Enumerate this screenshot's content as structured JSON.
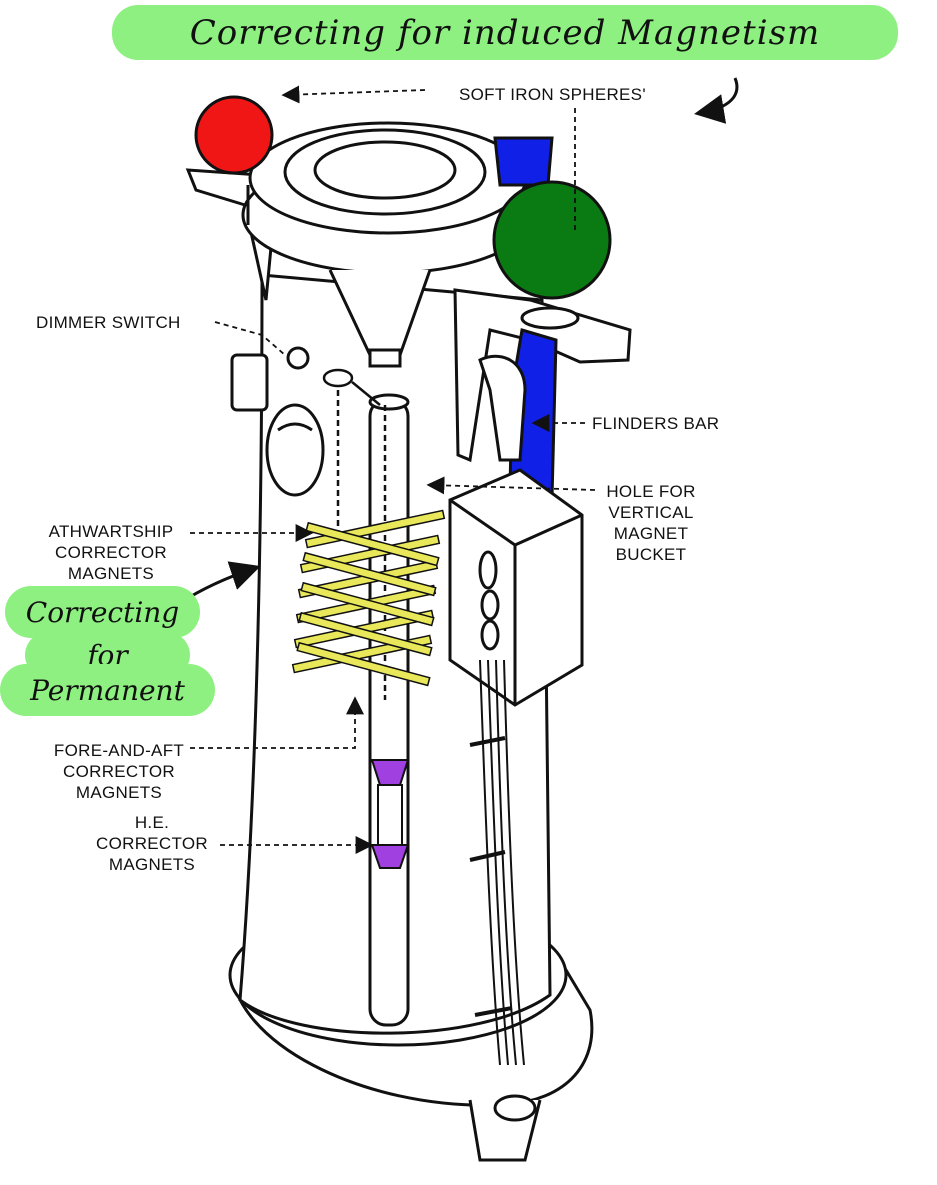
{
  "annotations": {
    "title": "Correcting for induced Magnetism",
    "permanent_line1": "Correcting",
    "permanent_line2": "for",
    "permanent_line3": "Permanent"
  },
  "labels": {
    "soft_iron_spheres": "SOFT IRON SPHERES'",
    "dimmer_switch": "DIMMER SWITCH",
    "flinders_bar": "FLINDERS BAR",
    "hole_for_vertical_magnet_bucket": [
      "HOLE FOR",
      "VERTICAL",
      "MAGNET",
      "BUCKET"
    ],
    "athwartship_corrector_magnets": [
      "ATHWARTSHIP",
      "CORRECTOR",
      "MAGNETS"
    ],
    "fore_and_aft_corrector_magnets": [
      "FORE-AND-AFT",
      "CORRECTOR",
      "MAGNETS"
    ],
    "he_corrector_magnets": [
      "H.E.",
      "CORRECTOR",
      "MAGNETS"
    ]
  },
  "colors": {
    "highlight": "#8ef080",
    "red_sphere": "#f01616",
    "green_sphere": "#0a7a12",
    "flinders_bar": "#1020e6",
    "corrector_magnets": "#e8e85a",
    "he_magnets": "#a040e0"
  }
}
